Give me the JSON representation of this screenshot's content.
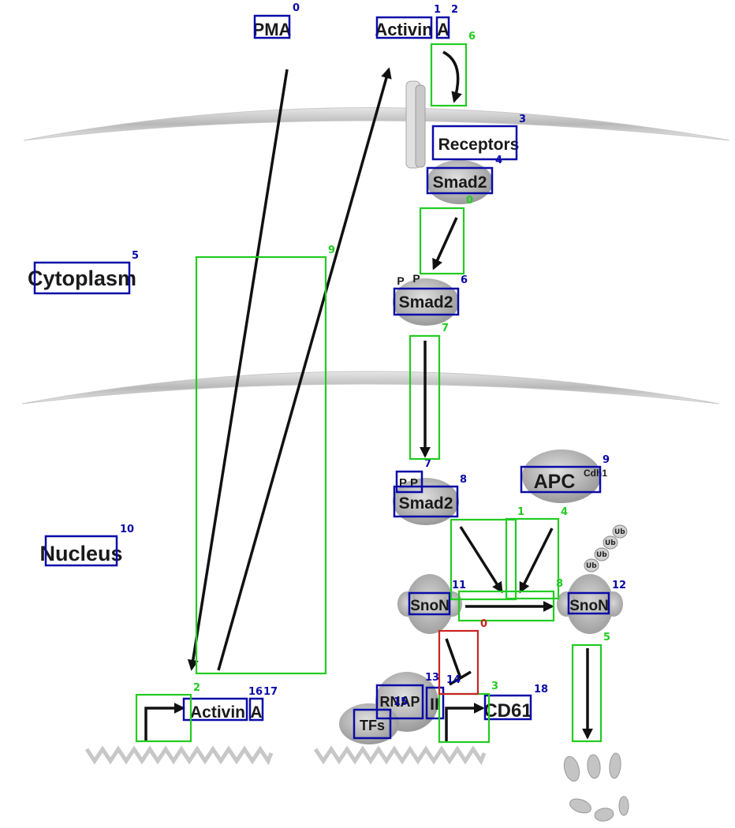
{
  "labels": {
    "pma": "PMA",
    "activin_top": "Activin",
    "a_top": "A",
    "receptors": "Receptors",
    "smad2_membrane": "Smad2",
    "cytoplasm": "Cytoplasm",
    "p1": "P",
    "p2": "P",
    "smad2_cytoplasm": "Smad2",
    "pp_nucleus": "P P",
    "smad2_nucleus": "Smad2",
    "apc": "APC",
    "apc_sup": "Cdh1",
    "nucleus": "Nucleus",
    "snon_left": "SnoN",
    "snon_right": "SnoN",
    "ub1": "Ub",
    "ub2": "Ub",
    "ub3": "Ub",
    "ub4": "Ub",
    "rnap": "RNAP",
    "rnap_ii": "II",
    "tfs": "TFs",
    "activin_gene": "Activin",
    "a_gene": "A",
    "cd61": "CD61"
  },
  "blue_indices": {
    "pma": "0",
    "activin_top": "1",
    "a_top": "2",
    "receptors": "3",
    "smad2_membrane": "4",
    "cytoplasm": "5",
    "smad2_cytoplasm": "6",
    "pp_nucleus": "7",
    "smad2_nucleus": "8",
    "apc": "9",
    "nucleus": "10",
    "snon_left": "11",
    "snon_right": "12",
    "rnap": "13",
    "rnap_ii": "14",
    "tfs": "15",
    "activin_gene": "16",
    "a_gene": "17",
    "cd61": "18"
  },
  "green_indices": {
    "g0": "0",
    "g1": "1",
    "g2": "2",
    "g3": "3",
    "g4": "4",
    "g5": "5",
    "g6": "6",
    "g7": "7",
    "g8": "8",
    "g9": "9"
  },
  "red_indices": {
    "r0": "0"
  },
  "colors": {
    "blue_box": "#0a0aa8",
    "green_box": "#22cc22",
    "red_box": "#cc2222",
    "membrane": "#bdbdbd",
    "protein": "#a9a9a9"
  }
}
